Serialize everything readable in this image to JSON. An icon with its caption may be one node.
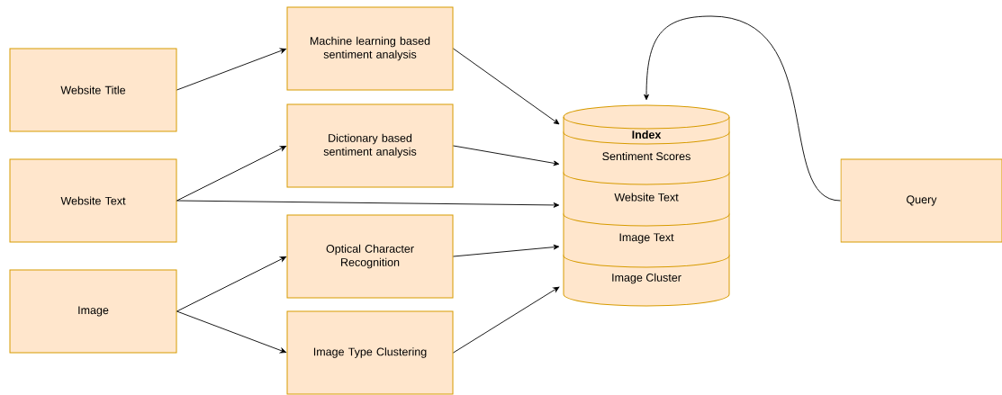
{
  "diagram": {
    "nodes": [
      {
        "text": [
          "Website Title"
        ]
      },
      {
        "text": [
          "Website Text"
        ]
      },
      {
        "text": [
          "Image"
        ]
      },
      {
        "text": [
          "Machine learning based sentiment analysis"
        ]
      },
      {
        "text": [
          "Dictionary based sentiment analysis"
        ]
      },
      {
        "text": [
          "Optical Character Recognition"
        ]
      },
      {
        "text": [
          "Image Type Clustering"
        ]
      },
      {
        "text": [
          "**Index**"
        ]
      },
      {
        "text": [
          "Sentiment Scores"
        ]
      },
      {
        "text": [
          "Website Text"
        ]
      },
      {
        "text": [
          "Image Text"
        ]
      },
      {
        "text": [
          "Image Cluster"
        ]
      },
      {
        "text": [
          "Query"
        ]
      }
    ],
    "edges": [
      {
        "from": 0,
        "to": 3,
        "arrow": "to"
      },
      {
        "from": 1,
        "to": 4,
        "arrow": "to"
      },
      {
        "from": 1,
        "to": 9,
        "arrow": "to"
      },
      {
        "from": 2,
        "to": 5,
        "arrow": "to"
      },
      {
        "from": 2,
        "to": 6,
        "arrow": "to"
      },
      {
        "from": 3,
        "to": 7,
        "arrow": "to"
      },
      {
        "from": 4,
        "to": 8,
        "arrow": "to"
      },
      {
        "from": 5,
        "to": 10,
        "arrow": "to"
      },
      {
        "from": 6,
        "to": 11,
        "arrow": "to"
      },
      {
        "from": 12,
        "to": 7,
        "arrow": "to"
      }
    ]
  }
}
